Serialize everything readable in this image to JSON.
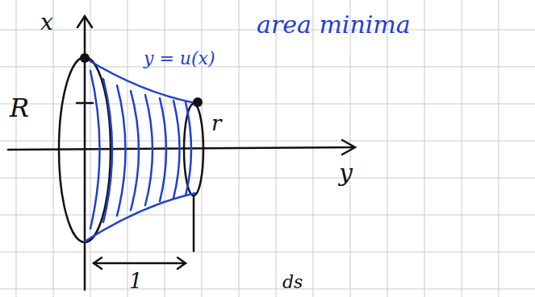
{
  "diagram": {
    "labels": [
      "area minima",
      "x",
      "R",
      "y = u(x)",
      "r",
      "y",
      "1",
      "ds"
    ]
  }
}
